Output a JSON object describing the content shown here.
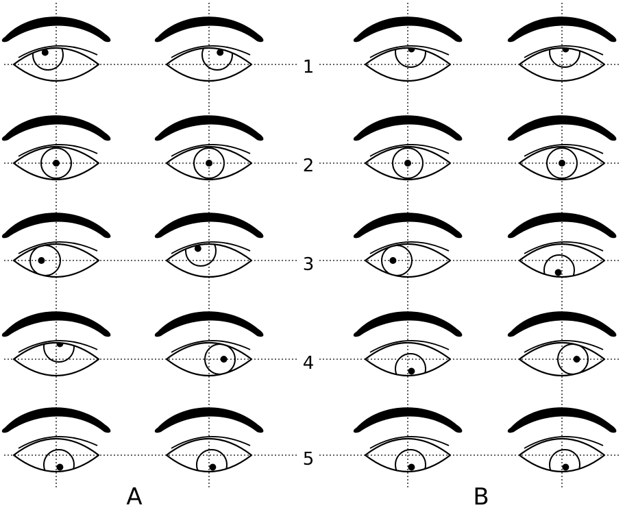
{
  "figure": {
    "row_labels": [
      "1",
      "2",
      "3",
      "4",
      "5"
    ],
    "column_labels": [
      "A",
      "B"
    ]
  },
  "eyes": [
    {
      "row": 0,
      "col": 0,
      "iris": "up-left"
    },
    {
      "row": 0,
      "col": 1,
      "iris": "up-right"
    },
    {
      "row": 0,
      "col": 2,
      "iris": "up-center"
    },
    {
      "row": 0,
      "col": 3,
      "iris": "up-center"
    },
    {
      "row": 1,
      "col": 0,
      "iris": "center"
    },
    {
      "row": 1,
      "col": 1,
      "iris": "center"
    },
    {
      "row": 1,
      "col": 2,
      "iris": "center"
    },
    {
      "row": 1,
      "col": 3,
      "iris": "center"
    },
    {
      "row": 2,
      "col": 0,
      "iris": "left"
    },
    {
      "row": 2,
      "col": 1,
      "iris": "up-left"
    },
    {
      "row": 2,
      "col": 2,
      "iris": "left"
    },
    {
      "row": 2,
      "col": 3,
      "iris": "down-left"
    },
    {
      "row": 3,
      "col": 0,
      "iris": "up-center"
    },
    {
      "row": 3,
      "col": 1,
      "iris": "right"
    },
    {
      "row": 3,
      "col": 2,
      "iris": "down-center"
    },
    {
      "row": 3,
      "col": 3,
      "iris": "right"
    },
    {
      "row": 4,
      "col": 0,
      "iris": "down-center"
    },
    {
      "row": 4,
      "col": 1,
      "iris": "down-center"
    },
    {
      "row": 4,
      "col": 2,
      "iris": "down-center"
    },
    {
      "row": 4,
      "col": 3,
      "iris": "down-center"
    }
  ]
}
